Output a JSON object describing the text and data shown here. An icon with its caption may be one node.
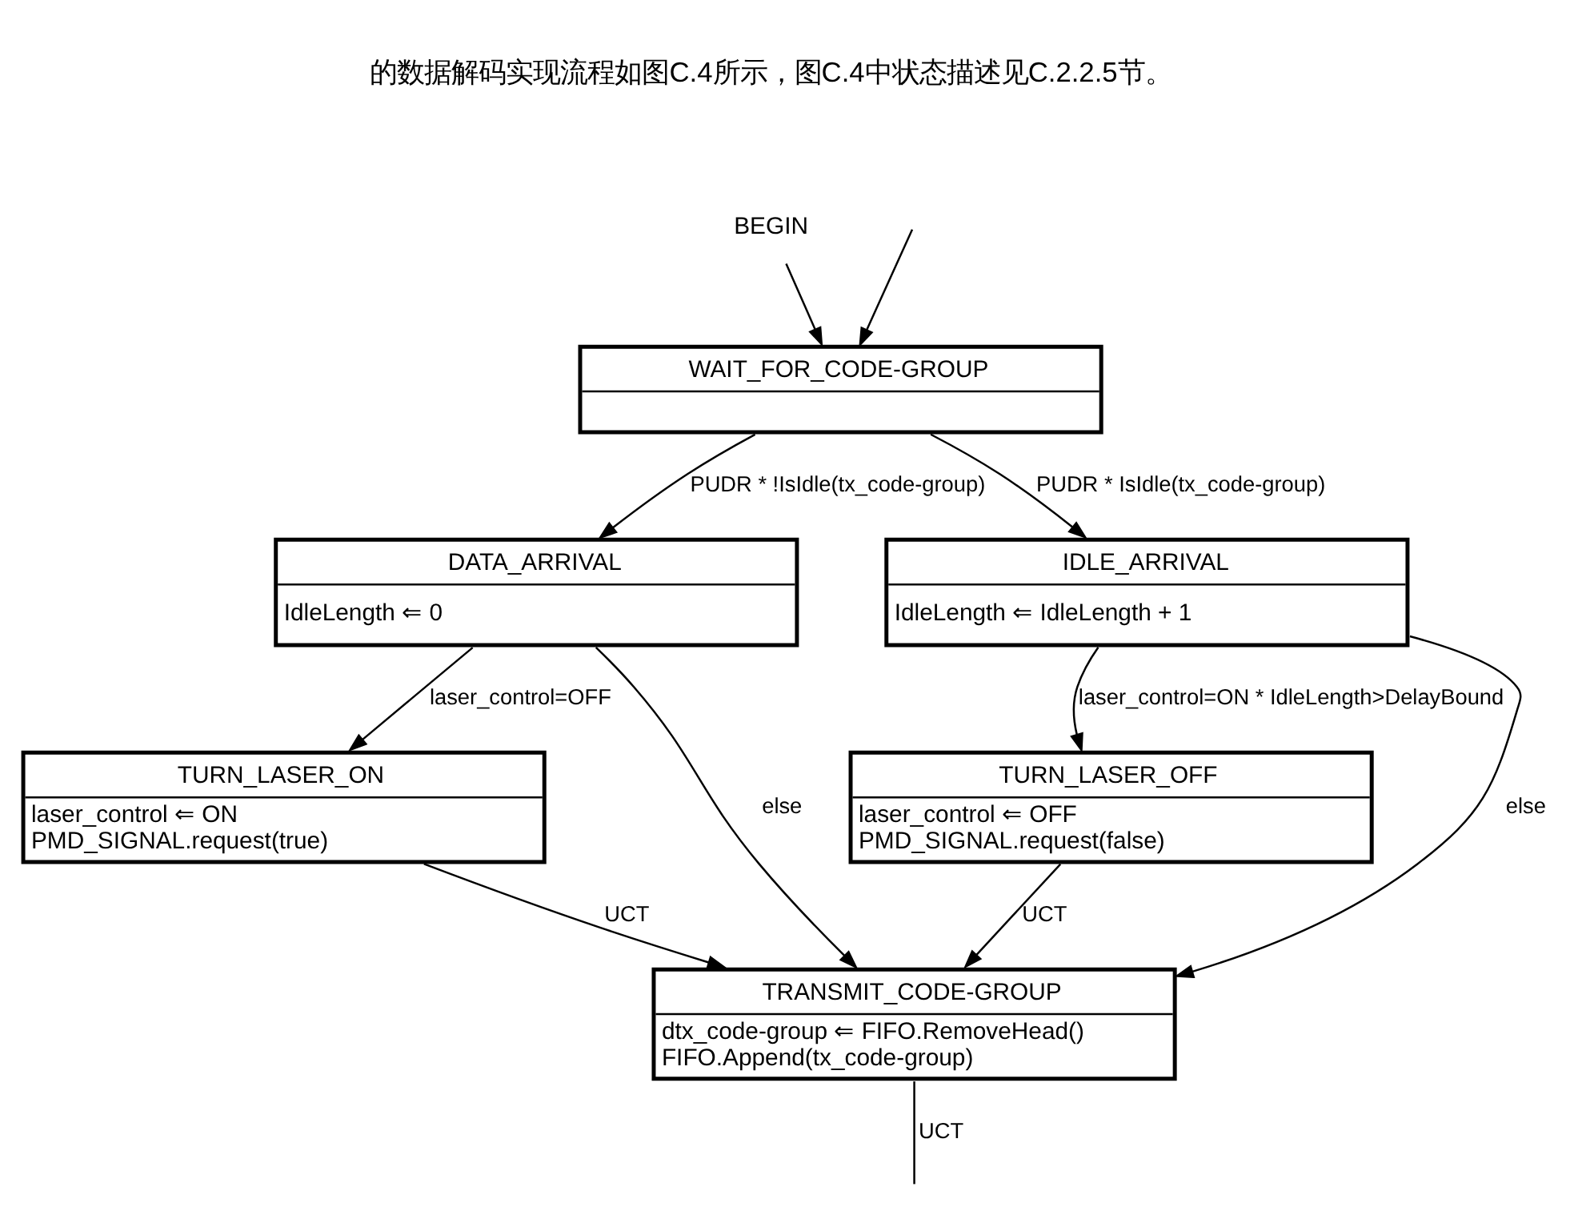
{
  "diagram": {
    "nodes": [
      {
        "text": [
          "BEGIN"
        ]
      },
      {
        "text": [
          "WAIT_FOR_CODE-GROUP"
        ]
      },
      {
        "text": [
          "DATA_ARRIVAL",
          "IdleLength ⇐ 0"
        ]
      },
      {
        "text": [
          "IDLE_ARRIVAL",
          "IdleLength ⇐ IdleLength + 1"
        ]
      },
      {
        "text": [
          "TURN_LASER_ON",
          "laser_control ⇐ ON",
          "PMD_SIGNAL.request(true)"
        ]
      },
      {
        "text": [
          "TURN_LASER_OFF",
          "laser_control ⇐ OFF",
          "PMD_SIGNAL.request(false)"
        ]
      },
      {
        "text": [
          "TRANSMIT_CODE-GROUP",
          "dtx_code-group ⇐ FIFO.RemoveHead()",
          "FIFO.Append(tx_code-group)"
        ]
      }
    ],
    "edges": [
      {
        "from": 0,
        "to": 1,
        "arrow": "to"
      },
      {
        "from": null,
        "to": 1,
        "arrow": "to"
      },
      {
        "from": 1,
        "to": 2,
        "arrow": "to",
        "label": "PUDR * !IsIdle(tx_code-group)"
      },
      {
        "from": 1,
        "to": 3,
        "arrow": "to",
        "label": "PUDR * IsIdle(tx_code-group)"
      },
      {
        "from": 2,
        "to": 4,
        "arrow": "to",
        "label": "laser_control=OFF"
      },
      {
        "from": 2,
        "to": 6,
        "arrow": "to",
        "label": "else"
      },
      {
        "from": 3,
        "to": 5,
        "arrow": "to",
        "label": "laser_control=ON * IdleLength>DelayBound"
      },
      {
        "from": 3,
        "to": 6,
        "arrow": "to",
        "label": "else"
      },
      {
        "from": 4,
        "to": 6,
        "arrow": "to",
        "label": "UCT"
      },
      {
        "from": 5,
        "to": 6,
        "arrow": "to",
        "label": "UCT"
      },
      {
        "from": 6,
        "to": null,
        "arrow": "none",
        "label": "UCT"
      }
    ],
    "labels": [
      "的数据解码实现流程如图C.4所示，图C.4中状态描述见C.2.2.5节。"
    ]
  }
}
